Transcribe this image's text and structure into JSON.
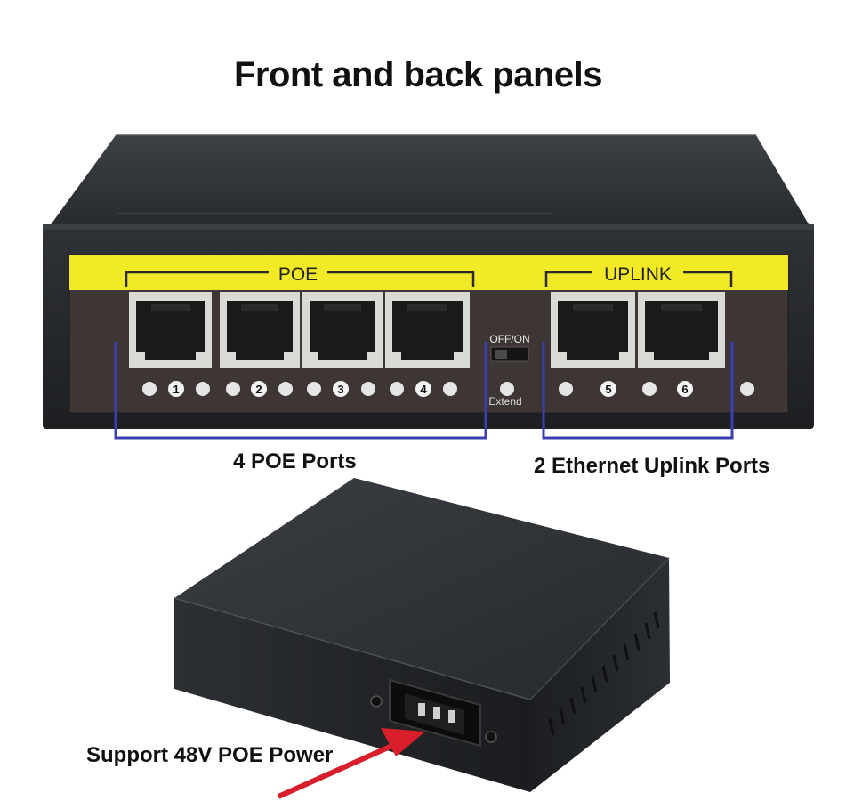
{
  "title": "Front and back panels",
  "front_panel": {
    "poe_group_label": "POE",
    "uplink_group_label": "UPLINK",
    "switch_label": "OFF/ON",
    "extend_label": "Extend",
    "port_numbers": [
      "1",
      "2",
      "3",
      "4",
      "5",
      "6"
    ]
  },
  "captions": {
    "poe_ports": "4 POE Ports",
    "uplink_ports": "2 Ethernet Uplink Ports",
    "power": "Support 48V POE Power"
  },
  "colors": {
    "label_strip": "#f2ea26",
    "bracket": "#3b3fb0",
    "arrow": "#d81e2a",
    "case": "#2a2d31"
  }
}
